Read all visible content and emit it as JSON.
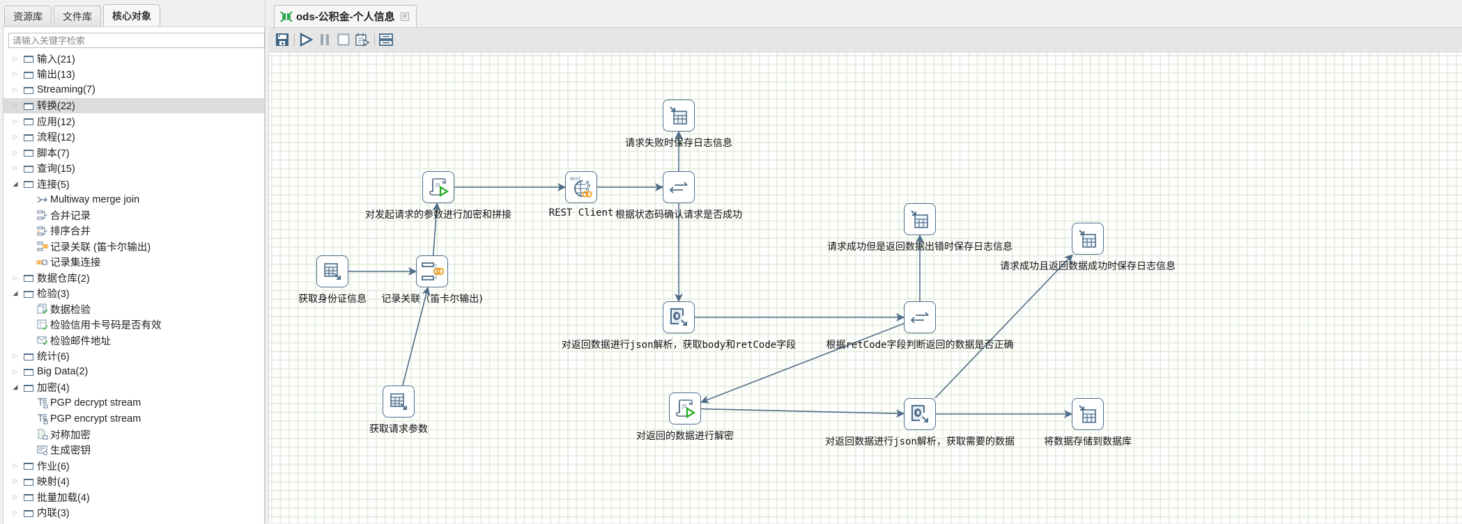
{
  "left_panel": {
    "tabs": [
      {
        "label": "资源库",
        "active": false
      },
      {
        "label": "文件库",
        "active": false
      },
      {
        "label": "核心对象",
        "active": true
      }
    ],
    "search_placeholder": "请输入关键字检索",
    "tree": [
      {
        "label": "输入(21)",
        "expanded": false
      },
      {
        "label": "输出(13)",
        "expanded": false
      },
      {
        "label": "Streaming(7)",
        "expanded": false
      },
      {
        "label": "转换(22)",
        "expanded": false,
        "selected": true
      },
      {
        "label": "应用(12)",
        "expanded": false
      },
      {
        "label": "流程(12)",
        "expanded": false
      },
      {
        "label": "脚本(7)",
        "expanded": false
      },
      {
        "label": "查询(15)",
        "expanded": false
      },
      {
        "label": "连接(5)",
        "expanded": true,
        "children": [
          {
            "label": "Multiway merge join",
            "icon": "merge-join-icon"
          },
          {
            "label": "合并记录",
            "icon": "merge-rows-icon"
          },
          {
            "label": "排序合并",
            "icon": "sorted-merge-icon"
          },
          {
            "label": "记录关联 (笛卡尔输出)",
            "icon": "join-rows-icon"
          },
          {
            "label": "记录集连接",
            "icon": "merge-join-link-icon"
          }
        ]
      },
      {
        "label": "数据仓库(2)",
        "expanded": false
      },
      {
        "label": "检验(3)",
        "expanded": true,
        "children": [
          {
            "label": "数据检验",
            "icon": "data-validator-icon"
          },
          {
            "label": "检验信用卡号码是否有效",
            "icon": "credit-card-validator-icon"
          },
          {
            "label": "检验邮件地址",
            "icon": "mail-validator-icon"
          }
        ]
      },
      {
        "label": "统计(6)",
        "expanded": false
      },
      {
        "label": "Big Data(2)",
        "expanded": false
      },
      {
        "label": "加密(4)",
        "expanded": true,
        "children": [
          {
            "label": "PGP decrypt stream",
            "icon": "pgp-decrypt-icon"
          },
          {
            "label": "PGP encrypt stream",
            "icon": "pgp-encrypt-icon"
          },
          {
            "label": "对称加密",
            "icon": "symmetric-crypto-icon"
          },
          {
            "label": "生成密钥",
            "icon": "secret-key-generator-icon"
          }
        ]
      },
      {
        "label": "作业(6)",
        "expanded": false
      },
      {
        "label": "映射(4)",
        "expanded": false
      },
      {
        "label": "批量加载(4)",
        "expanded": false
      },
      {
        "label": "内联(3)",
        "expanded": false
      }
    ]
  },
  "editor": {
    "doc_tab": {
      "title": "ods-公积金-个人信息",
      "icon": "transformation-icon"
    },
    "toolbar": [
      {
        "name": "save-button",
        "icon": "save-icon"
      },
      {
        "name": "run-button",
        "icon": "play-icon"
      },
      {
        "name": "pause-button",
        "icon": "pause-icon"
      },
      {
        "name": "stop-button",
        "icon": "stop-icon"
      },
      {
        "name": "preview-button",
        "icon": "preview-icon"
      },
      {
        "name": "layout-button",
        "icon": "layout-icon"
      }
    ],
    "steps": [
      {
        "id": "s1",
        "label": "获取身份证信息",
        "icon": "table-input"
      },
      {
        "id": "s2",
        "label": "记录关联（笛卡尔输出)",
        "icon": "join-rows"
      },
      {
        "id": "s3",
        "label": "获取请求参数",
        "icon": "table-input"
      },
      {
        "id": "s4",
        "label": "对发起请求的参数进行加密和拼接",
        "icon": "javascript"
      },
      {
        "id": "s5",
        "label": "REST Client",
        "icon": "rest-client"
      },
      {
        "id": "s6",
        "label": "根据状态码确认请求是否成功",
        "icon": "switch-case"
      },
      {
        "id": "s7",
        "label": "请求失败时保存日志信息",
        "icon": "table-output"
      },
      {
        "id": "s8",
        "label": "对返回数据进行json解析，获取body和retCode字段",
        "icon": "json-input"
      },
      {
        "id": "s9",
        "label": "根据retCode字段判断返回的数据是否正确",
        "icon": "switch-case"
      },
      {
        "id": "s10",
        "label": "请求成功但是返回数据出错时保存日志信息",
        "icon": "table-output"
      },
      {
        "id": "s11",
        "label": "请求成功且返回数据成功时保存日志信息",
        "icon": "table-output"
      },
      {
        "id": "s12",
        "label": "对返回的数据进行解密",
        "icon": "javascript"
      },
      {
        "id": "s13",
        "label": "对返回数据进行json解析，获取需要的数据",
        "icon": "json-input"
      },
      {
        "id": "s14",
        "label": "将数据存储到数据库",
        "icon": "table-output"
      }
    ],
    "hops": [
      [
        "s1",
        "s2"
      ],
      [
        "s3",
        "s2"
      ],
      [
        "s2",
        "s4"
      ],
      [
        "s4",
        "s5"
      ],
      [
        "s5",
        "s6"
      ],
      [
        "s6",
        "s7"
      ],
      [
        "s6",
        "s8"
      ],
      [
        "s8",
        "s9"
      ],
      [
        "s9",
        "s10"
      ],
      [
        "s9",
        "s12"
      ],
      [
        "s12",
        "s13"
      ],
      [
        "s13",
        "s11"
      ],
      [
        "s13",
        "s14"
      ]
    ]
  },
  "colors": {
    "hop": "#4f6c87",
    "grid": "#e6efe0",
    "accent_green": "#22aa22",
    "accent_orange": "#f0a020"
  }
}
